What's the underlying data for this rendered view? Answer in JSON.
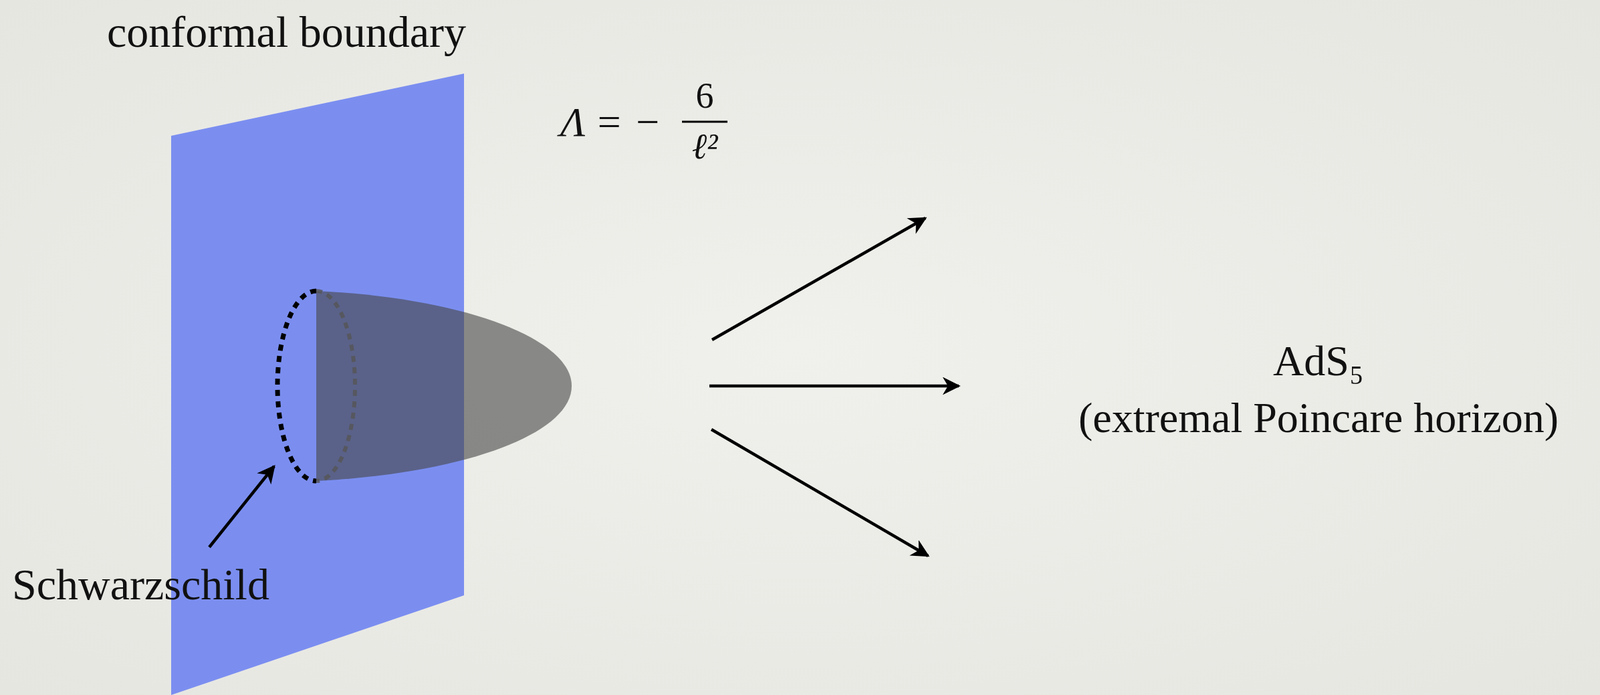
{
  "diagram": {
    "labels": [
      "conformal boundary",
      "Λ = −",
      "6",
      "ℓ²",
      "Schwarzschild",
      "AdS₅",
      "(extremal Poincare horizon)"
    ]
  }
}
